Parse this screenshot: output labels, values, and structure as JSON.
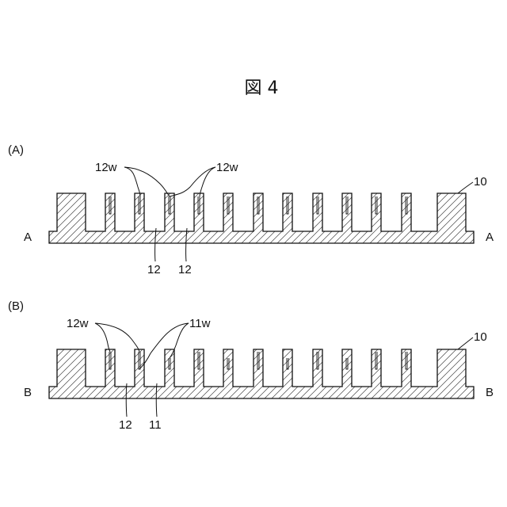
{
  "figure": {
    "title": "図 4",
    "panels": [
      {
        "panel_label": "(A)",
        "section_left": "A",
        "section_right": "A",
        "ref_body": "10",
        "ref_walls_left": "12w",
        "ref_walls_right": "12w",
        "ref_groove_1": "12",
        "ref_groove_2": "12"
      },
      {
        "panel_label": "(B)",
        "section_left": "B",
        "section_right": "B",
        "ref_body": "10",
        "ref_walls_left": "12w",
        "ref_walls_right": "11w",
        "ref_groove_1": "12",
        "ref_groove_2": "11"
      }
    ]
  }
}
